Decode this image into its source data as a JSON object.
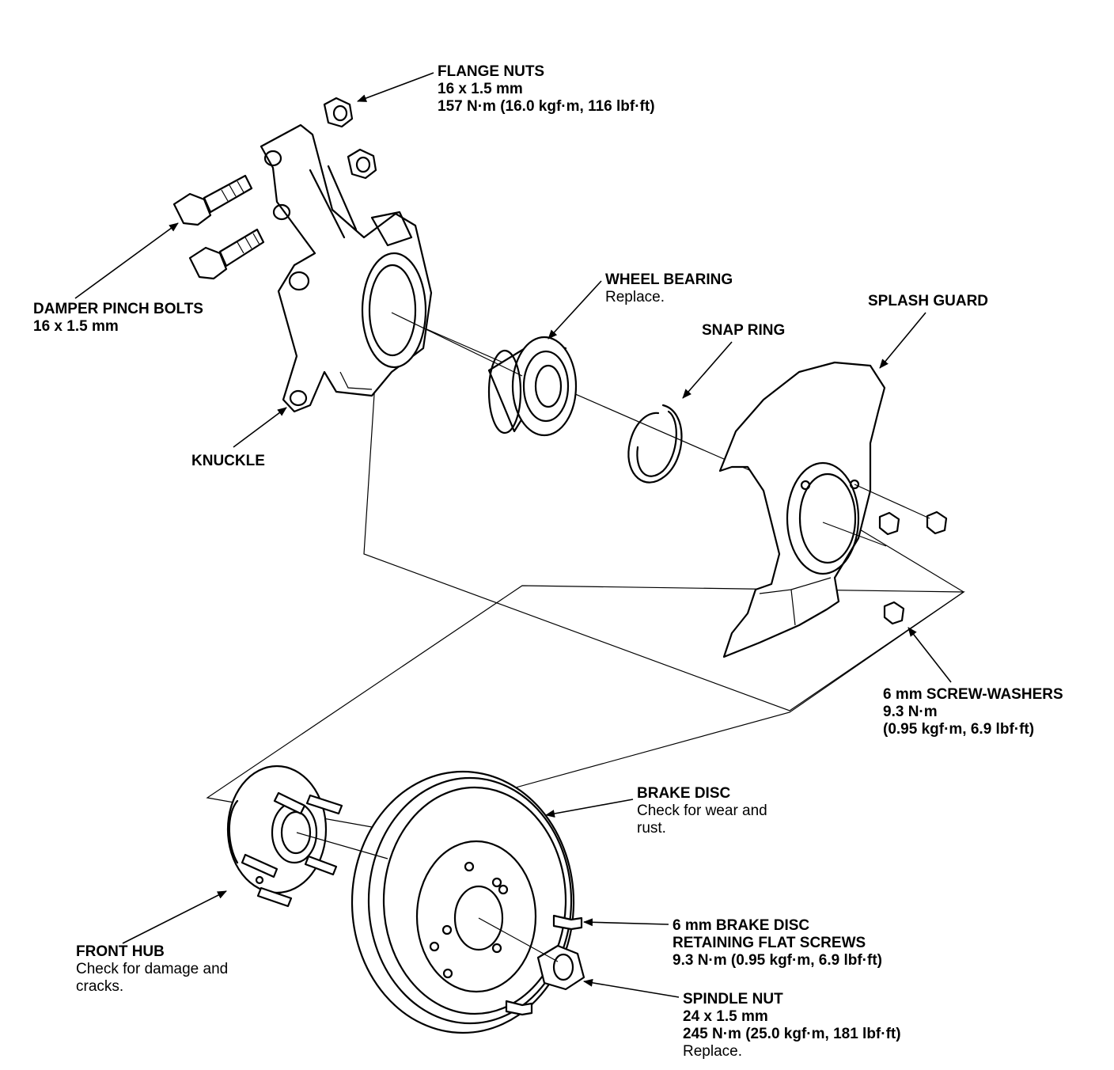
{
  "labels": {
    "flange_nuts": {
      "title": "FLANGE NUTS",
      "lines": [
        "16 x 1.5 mm",
        "157 N·m (16.0 kgf·m, 116 lbf·ft)"
      ]
    },
    "damper_pinch_bolts": {
      "title": "DAMPER PINCH BOLTS",
      "lines": [
        "16 x 1.5 mm"
      ]
    },
    "knuckle": {
      "title": "KNUCKLE"
    },
    "wheel_bearing": {
      "title": "WHEEL BEARING",
      "lines": [
        "Replace."
      ]
    },
    "snap_ring": {
      "title": "SNAP RING"
    },
    "splash_guard": {
      "title": "SPLASH GUARD"
    },
    "screw_washers": {
      "title": "6 mm SCREW-WASHERS",
      "lines": [
        "9.3 N·m",
        "(0.95 kgf·m, 6.9 lbf·ft)"
      ]
    },
    "brake_disc": {
      "title": "BRAKE DISC",
      "lines": [
        "Check for wear and",
        "rust."
      ]
    },
    "flat_screws": {
      "title": "6 mm BRAKE DISC",
      "lines": [
        "RETAINING FLAT SCREWS",
        "9.3 N·m (0.95 kgf·m, 6.9 lbf·ft)"
      ]
    },
    "front_hub": {
      "title": "FRONT HUB",
      "lines": [
        "Check for damage and",
        "cracks."
      ]
    },
    "spindle_nut": {
      "title": "SPINDLE NUT",
      "lines": [
        "24 x 1.5 mm",
        "245 N·m (25.0 kgf·m, 181 lbf·ft)",
        "Replace."
      ]
    }
  }
}
